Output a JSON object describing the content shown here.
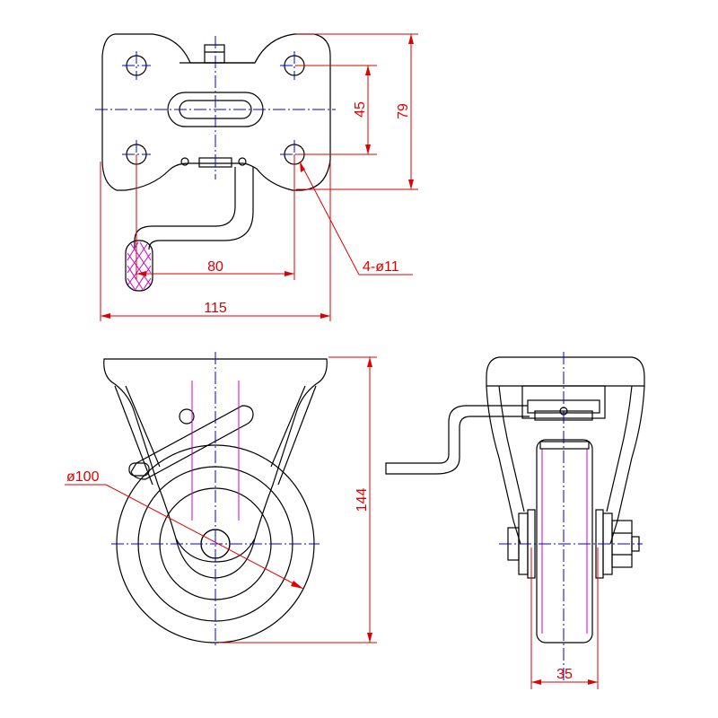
{
  "dimensions": {
    "hole_spacing_vertical": "45",
    "plate_height": "79",
    "hole_spacing_horizontal": "80",
    "plate_width": "115",
    "hole_callout": "4-ø11",
    "wheel_diameter": "ø100",
    "overall_height": "144",
    "wheel_width": "35"
  },
  "colors": {
    "outline": "#000000",
    "dimension": "#e00000",
    "centerline": "#0000e0",
    "grip": "#d000d0"
  }
}
